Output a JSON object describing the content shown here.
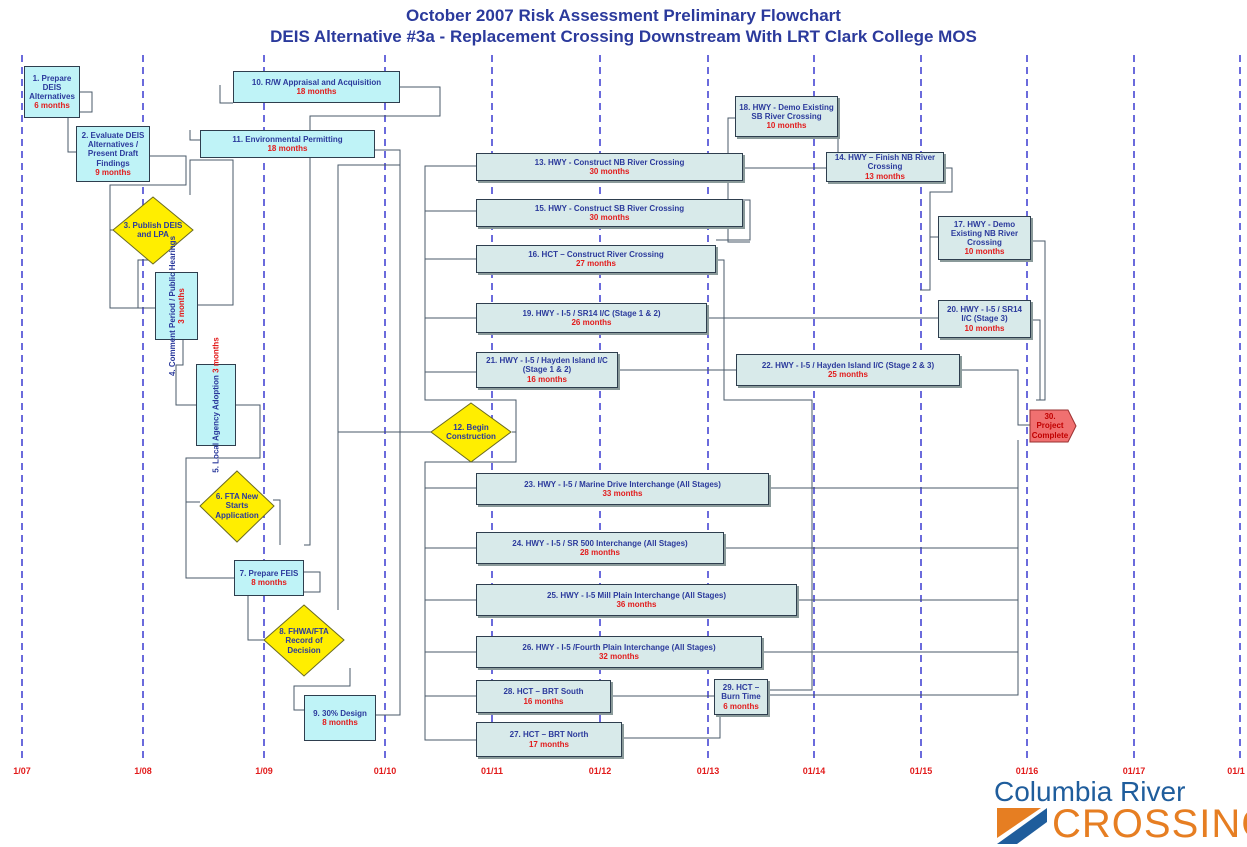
{
  "title": {
    "line1": "October 2007 Risk Assessment Preliminary Flowchart",
    "line2": "DEIS Alternative #3a - Replacement Crossing Downstream With LRT Clark College MOS"
  },
  "axis": {
    "ticks": [
      "1/07",
      "1/08",
      "1/09",
      "01/10",
      "01/11",
      "01/12",
      "01/13",
      "01/14",
      "01/15",
      "01/16",
      "01/17",
      "01/1"
    ]
  },
  "nodes": {
    "n1": {
      "label": "1.  Prepare DEIS Alternatives",
      "duration": "6 months"
    },
    "n2": {
      "label": "2.  Evaluate DEIS Alternatives / Present Draft Findings",
      "duration": "9 months"
    },
    "n3": {
      "label": "3.  Publish DEIS and LPA"
    },
    "n4": {
      "label": "4.  Comment Period / Public Hearings",
      "duration": "3 months"
    },
    "n5": {
      "label": "5.  Local Agency Adoption",
      "duration": "3 months"
    },
    "n6": {
      "label": "6.  FTA New Starts Application"
    },
    "n7": {
      "label": "7.  Prepare FEIS",
      "duration": "8 months"
    },
    "n8": {
      "label": "8.  FHWA/FTA Record of Decision"
    },
    "n9": {
      "label": "9.  30% Design",
      "duration": "8 months"
    },
    "n10": {
      "label": "10.  R/W Appraisal and Acquisition",
      "duration": "18 months"
    },
    "n11": {
      "label": "11.  Environmental Permitting",
      "duration": "18 months"
    },
    "n12": {
      "label": "12.  Begin Construction"
    },
    "n13": {
      "label": "13.  HWY - Construct NB River Crossing",
      "duration": "30 months"
    },
    "n14": {
      "label": "14.  HWY – Finish NB River Crossing",
      "duration": "13 months"
    },
    "n15": {
      "label": "15.  HWY - Construct SB River Crossing",
      "duration": "30 months"
    },
    "n16": {
      "label": "16.  HCT – Construct River Crossing",
      "duration": "27 months"
    },
    "n17": {
      "label": "17.  HWY - Demo Existing NB River Crossing",
      "duration": "10 months"
    },
    "n18": {
      "label": "18.  HWY - Demo Existing SB  River Crossing",
      "duration": "10 months"
    },
    "n19": {
      "label": "19.  HWY - I-5 / SR14 I/C (Stage 1 & 2)",
      "duration": "26 months"
    },
    "n20": {
      "label": "20.  HWY - I-5 / SR14 I/C (Stage 3)",
      "duration": "10 months"
    },
    "n21": {
      "label": "21.  HWY - I-5 / Hayden Island I/C (Stage 1 & 2)",
      "duration": "16 months"
    },
    "n22": {
      "label": "22.  HWY - I-5 / Hayden Island I/C (Stage 2 & 3)",
      "duration": "25 months"
    },
    "n23": {
      "label": "23.  HWY - I-5 / Marine Drive Interchange (All Stages)",
      "duration": "33 months"
    },
    "n24": {
      "label": "24.  HWY - I-5 / SR 500 Interchange (All Stages)",
      "duration": "28 months"
    },
    "n25": {
      "label": "25.  HWY - I-5 Mill Plain Interchange (All Stages)",
      "duration": "36 months"
    },
    "n26": {
      "label": "26.  HWY - I-5 /Fourth Plain Interchange (All Stages)",
      "duration": "32 months"
    },
    "n27": {
      "label": "27.  HCT – BRT North",
      "duration": "17 months"
    },
    "n28": {
      "label": "28.  HCT – BRT South",
      "duration": "16 months"
    },
    "n29": {
      "label": "29.  HCT – Burn Time",
      "duration": "6 months"
    },
    "n30": {
      "label": "30.  Project Complete"
    }
  },
  "logo": {
    "line1": "Columbia River",
    "line2": "CROSSING"
  },
  "colors": {
    "title": "#2b3a9c",
    "duration": "#e21b1b",
    "gridline": "#3a3ad0",
    "cyan_box": "#bff3f7",
    "grey_box": "#d8eaea",
    "decision": "#ffee00",
    "end_node": "#f07070",
    "logo_blue": "#1f5d9c",
    "logo_orange": "#e67e22"
  }
}
